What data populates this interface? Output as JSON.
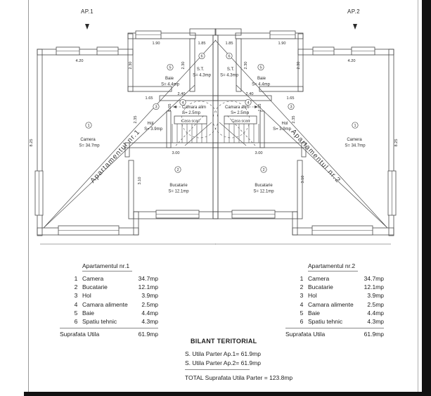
{
  "plan": {
    "ap1_label": "AP.1",
    "ap2_label": "AP.2",
    "diagonal_ap1": "Apartamentul nr.1",
    "diagonal_ap2": "Apartamentul nr.2",
    "stairs_label": "Casa scari",
    "rooms": {
      "camera": {
        "num": "1",
        "name": "Camera",
        "area": "S= 34.7mp"
      },
      "bucatarie": {
        "num": "2",
        "name": "Bucatarie",
        "area": "S= 12.1mp"
      },
      "hol": {
        "num": "3",
        "name": "Hol",
        "area": "S= 3.9mp"
      },
      "camara_alim": {
        "num": "4",
        "name": "Camara alim",
        "area": "S= 2.5mp"
      },
      "baie": {
        "num": "5",
        "name": "Baie",
        "area": "S= 4.4mp"
      },
      "spatiu_tehnic": {
        "num": "6",
        "name": "S.T.",
        "area": "S= 4.3mp"
      }
    },
    "dims": {
      "w420": "4.20",
      "w190": "1.90",
      "w185": "1.85",
      "h230": "2.30",
      "w165": "1.65",
      "w240": "2.40",
      "h105": "1.05",
      "h235": "2.35",
      "w300": "3.00",
      "h310": "3.10",
      "h825": "8.25"
    }
  },
  "tables": [
    {
      "title": "Apartamentul nr.1",
      "rows": [
        [
          "1",
          "Camera",
          "34.7mp"
        ],
        [
          "2",
          "Bucatarie",
          "12.1mp"
        ],
        [
          "3",
          "Hol",
          "3.9mp"
        ],
        [
          "4",
          "Camara alimente",
          "2.5mp"
        ],
        [
          "5",
          "Baie",
          "4.4mp"
        ],
        [
          "6",
          "Spatiu tehnic",
          "4.3mp"
        ]
      ],
      "total_label": "Suprafata Utila",
      "total_value": "61.9mp"
    },
    {
      "title": "Apartamentul nr.2",
      "rows": [
        [
          "1",
          "Camera",
          "34.7mp"
        ],
        [
          "2",
          "Bucatarie",
          "12.1mp"
        ],
        [
          "3",
          "Hol",
          "3.9mp"
        ],
        [
          "4",
          "Camara alimente",
          "2.5mp"
        ],
        [
          "5",
          "Baie",
          "4.4mp"
        ],
        [
          "6",
          "Spatiu tehnic",
          "4.3mp"
        ]
      ],
      "total_label": "Suprafata Utila",
      "total_value": "61.9mp"
    }
  ],
  "bilant": {
    "title": "BILANT TERITORIAL",
    "line1": "S. Utila Parter Ap.1= 61.9mp",
    "line2": "S. Utila Parter Ap.2= 61.9mp",
    "total": "TOTAL Suprafata Utila Parter = 123.8mp"
  },
  "colors": {
    "line": "#4a4a4a",
    "text": "#1c1c1c",
    "page_edge": "#121212"
  }
}
